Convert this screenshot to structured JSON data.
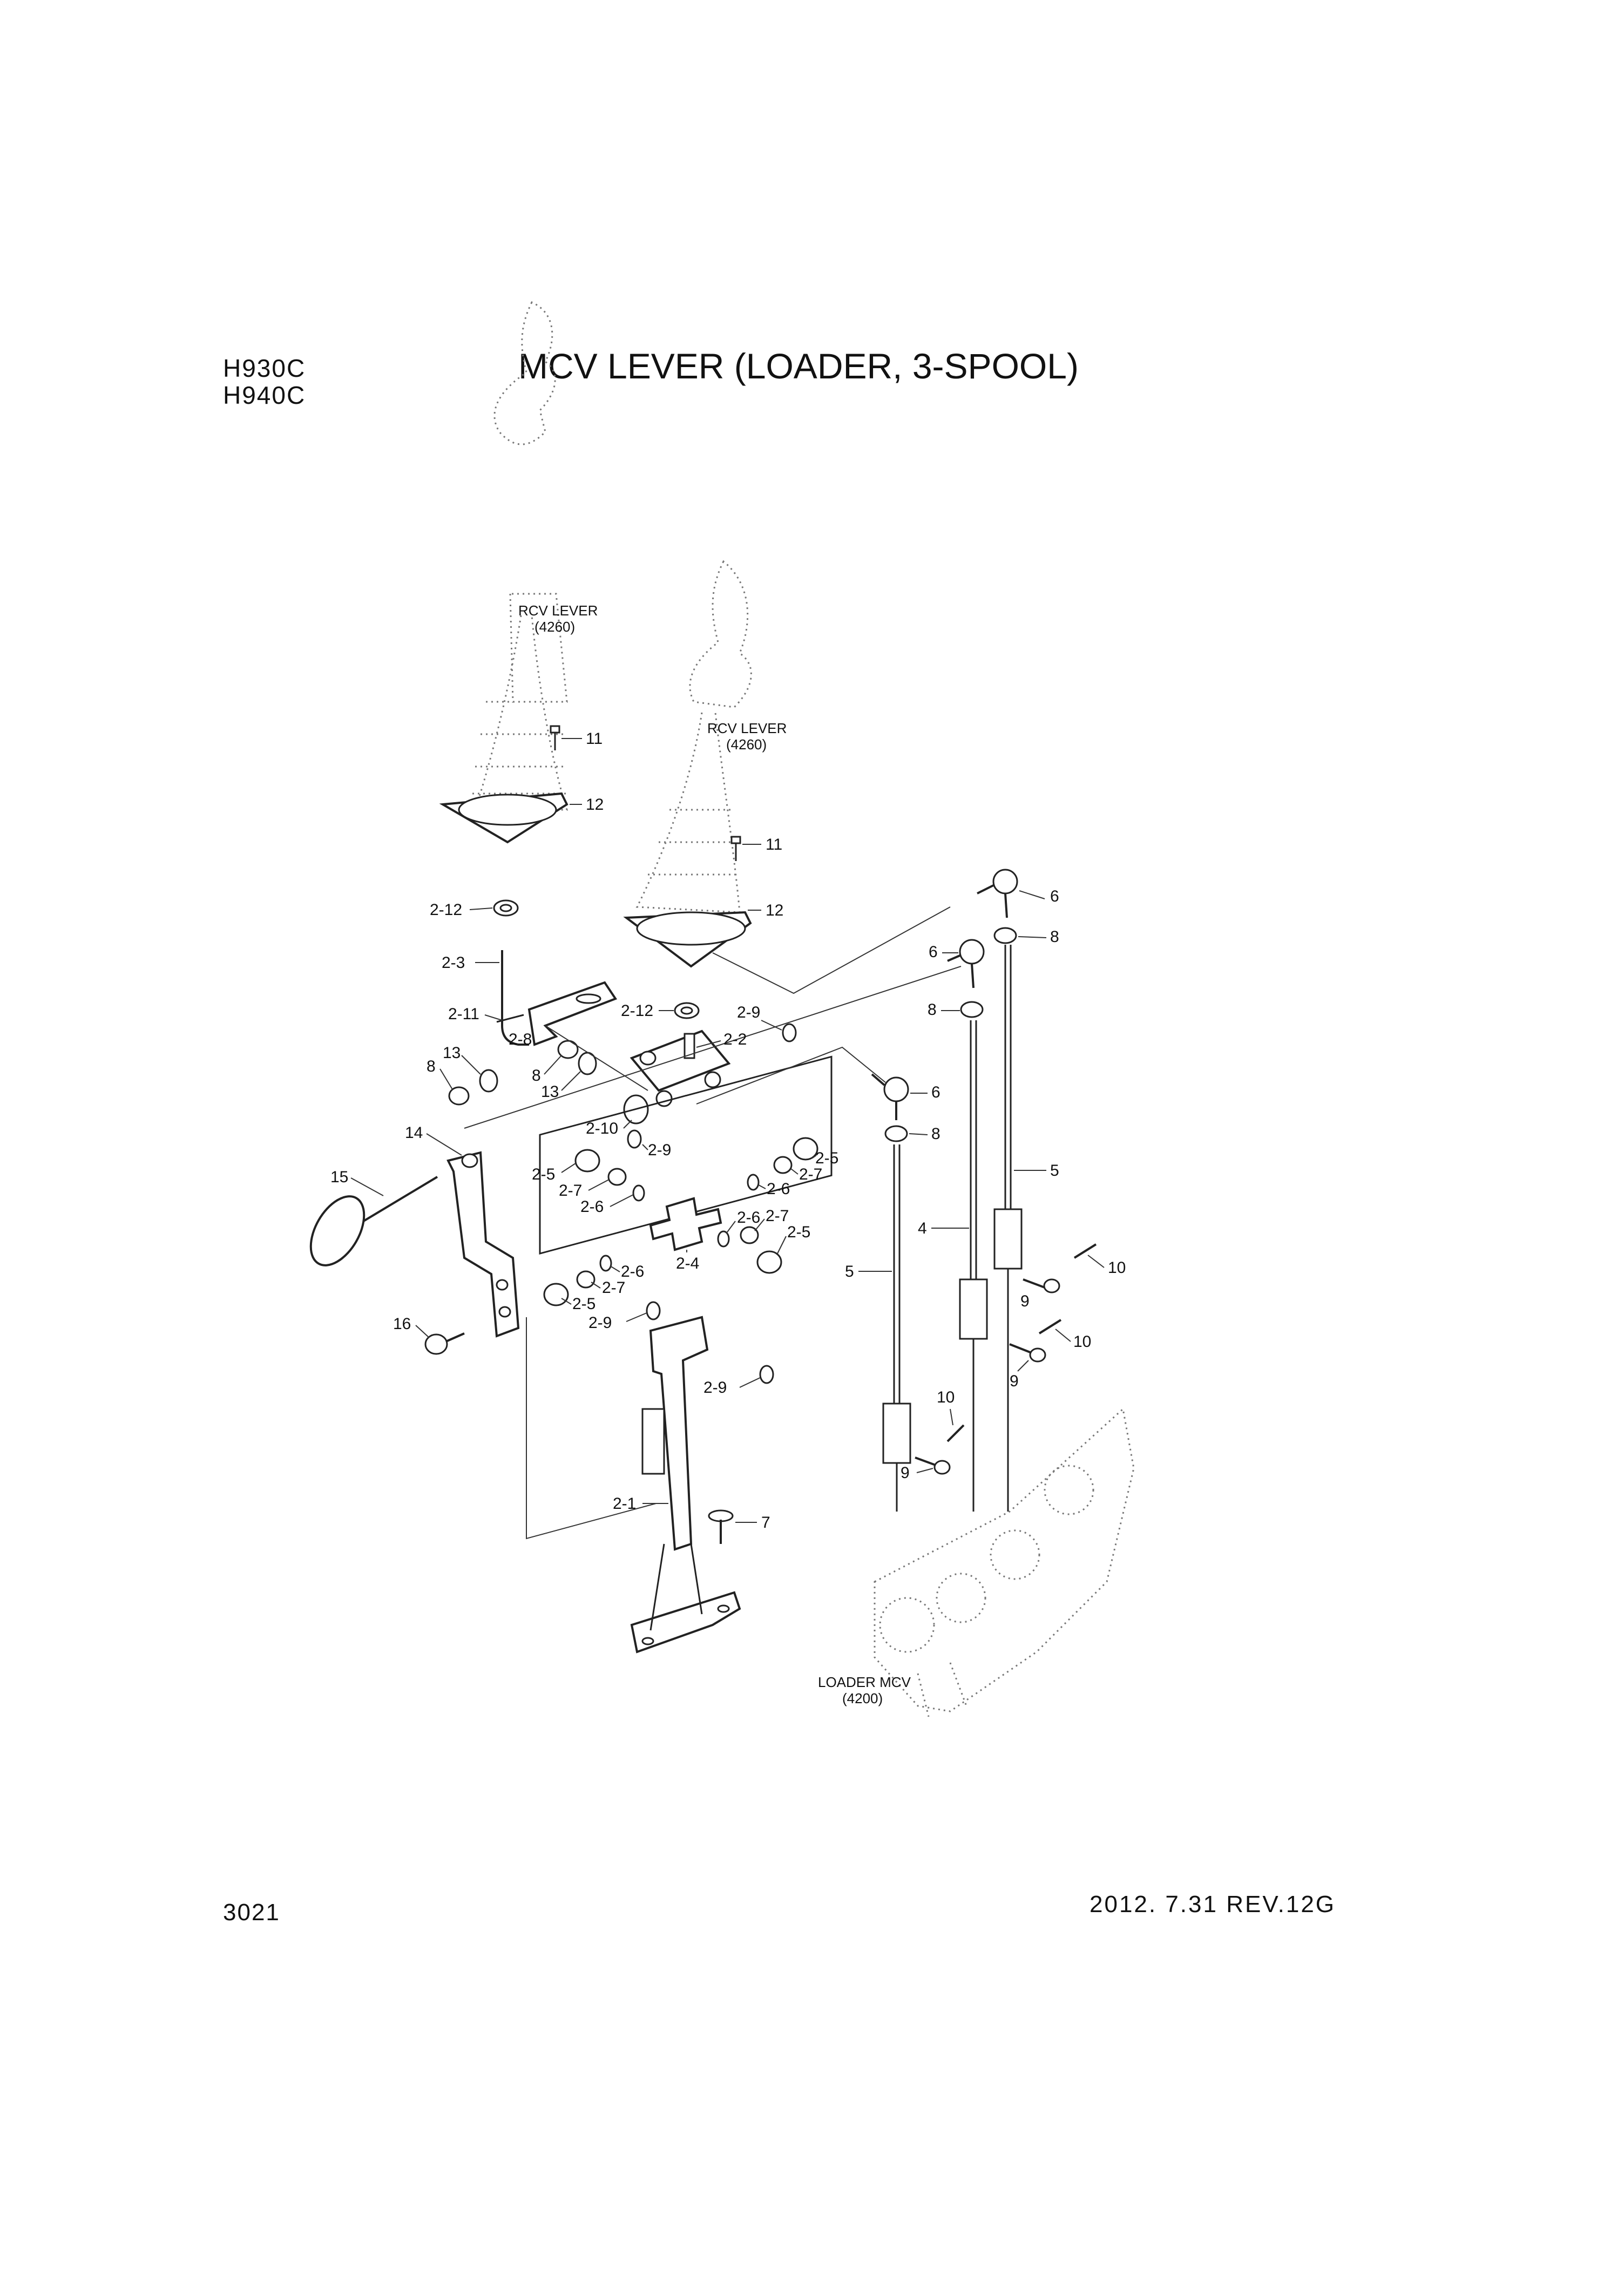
{
  "header": {
    "models": [
      "H930C",
      "H940C"
    ],
    "title": "MCV LEVER (LOADER, 3-SPOOL)"
  },
  "footer": {
    "page_number": "3021",
    "revision": "2012. 7.31 REV.12G"
  },
  "references": {
    "rcv_lever_left": {
      "name": "RCV LEVER",
      "code": "(4260)"
    },
    "rcv_lever_right": {
      "name": "RCV LEVER",
      "code": "(4260)"
    },
    "loader_mcv": {
      "name": "LOADER MCV",
      "code": "(4200)"
    }
  },
  "callouts": {
    "c11a": "11",
    "c12a": "12",
    "c11b": "11",
    "c12b": "12",
    "c2_12a": "2-12",
    "c2_3": "2-3",
    "c2_11": "2-11",
    "c2_8": "2-8",
    "c13a": "13",
    "c8a": "8",
    "c8b": "8",
    "c13b": "13",
    "c2_12b": "2-12",
    "c2_9a": "2-9",
    "c2_2": "2-2",
    "c2_10": "2-10",
    "c2_9b": "2-9",
    "c14": "14",
    "c15": "15",
    "c2_5a": "2-5",
    "c2_7a": "2-7",
    "c2_6a": "2-6",
    "c2_6b": "2-6",
    "c2_7b": "2-7",
    "c2_5b": "2-5",
    "c2_6c": "2-6",
    "c2_7c": "2-7",
    "c2_5c": "2-5",
    "c2_4": "2-4",
    "c2_6d": "2-6",
    "c2_7d": "2-7",
    "c2_5d": "2-5",
    "c2_9c": "2-9",
    "c2_9d": "2-9",
    "c2_1": "2-1",
    "c16": "16",
    "c7": "7",
    "c6a": "6",
    "c6b": "6",
    "c6c": "6",
    "c8c": "8",
    "c8d": "8",
    "c8e": "8",
    "c5a": "5",
    "c4": "4",
    "c5b": "5",
    "c9a": "9",
    "c10a": "10",
    "c9b": "9",
    "c10b": "10",
    "c10c": "10",
    "c9c": "9"
  }
}
